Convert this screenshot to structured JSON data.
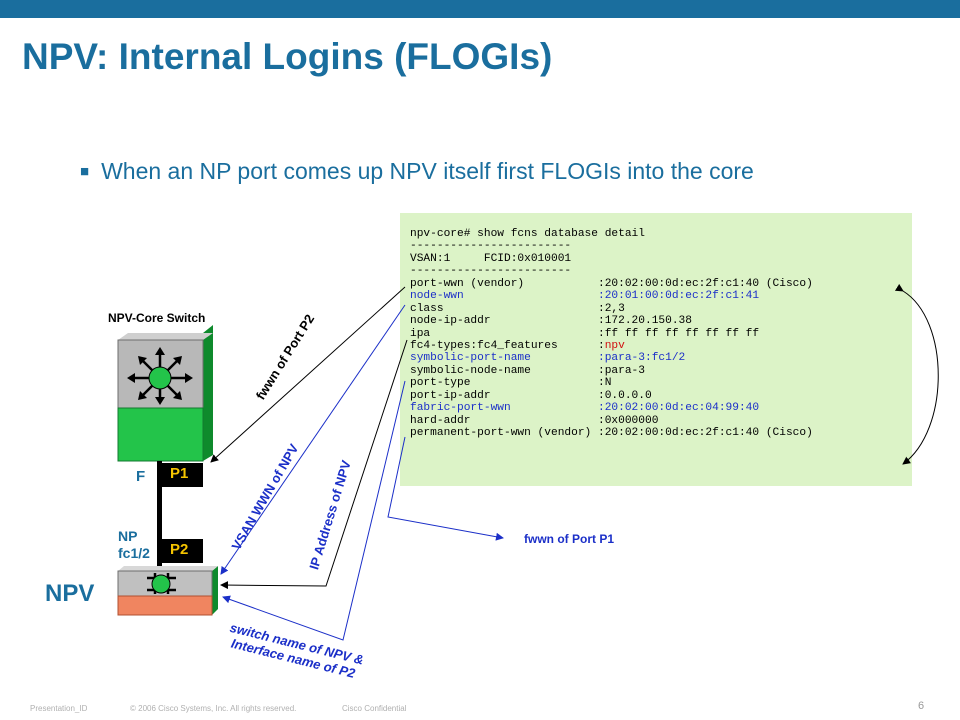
{
  "slide": {
    "title": "NPV: Internal Logins (FLOGIs)",
    "bullet": "When an NP port comes up NPV itself first FLOGIs into the core",
    "page_number": "6"
  },
  "footer": {
    "presentation_id": "Presentation_ID",
    "copyright": "© 2006 Cisco Systems, Inc. All rights reserved.",
    "confidential": "Cisco Confidential"
  },
  "diagram": {
    "core_switch_label": "NPV-Core Switch",
    "port_f_label": "F",
    "port_p1_label": "P1",
    "port_np_label": "NP",
    "port_np_iface": "fc1/2",
    "port_p2_label": "P2",
    "npv_label": "NPV",
    "colors": {
      "accent": "#1a6e9e",
      "cli_bg": "#dcf3c7",
      "link_blue": "#1b2fc8",
      "switch_green": "#23c44a",
      "port_gold": "#f5c400"
    }
  },
  "cli": {
    "lines": [
      {
        "text": "npv-core# show fcns database detail",
        "style": "normal"
      },
      {
        "text": "------------------------",
        "style": "normal"
      },
      {
        "text": "VSAN:1     FCID:0x010001",
        "style": "normal"
      },
      {
        "text": "------------------------",
        "style": "normal"
      },
      {
        "text": "port-wwn (vendor)           :20:02:00:0d:ec:2f:c1:40 (Cisco)",
        "style": "normal"
      },
      {
        "text": "node-wwn                    :20:01:00:0d:ec:2f:c1:41",
        "style": "blue"
      },
      {
        "text": "class                       :2,3",
        "style": "normal"
      },
      {
        "text": "node-ip-addr                :172.20.150.38",
        "style": "normal"
      },
      {
        "text": "ipa                         :ff ff ff ff ff ff ff ff",
        "style": "normal"
      },
      {
        "text": "fc4-types:fc4_features      :npv",
        "style": "npv"
      },
      {
        "text": "symbolic-port-name          :para-3:fc1/2",
        "style": "blue"
      },
      {
        "text": "symbolic-node-name          :para-3",
        "style": "normal"
      },
      {
        "text": "port-type                   :N",
        "style": "normal"
      },
      {
        "text": "port-ip-addr                :0.0.0.0",
        "style": "normal"
      },
      {
        "text": "fabric-port-wwn             :20:02:00:0d:ec:04:99:40",
        "style": "blue"
      },
      {
        "text": "hard-addr                   :0x000000",
        "style": "normal"
      },
      {
        "text": "permanent-port-wwn (vendor) :20:02:00:0d:ec:2f:c1:40 (Cisco)",
        "style": "normal"
      }
    ]
  },
  "annotations": {
    "fwwn_p2": "fwwn of Port P2",
    "vsan_wwn": "VSAN WWN of NPV",
    "ip_address": "IP Address of NPV",
    "fwwn_p1": "fwwn of Port P1",
    "switch_name_line1": "switch name of NPV &",
    "switch_name_line2": "Interface name of P2"
  }
}
